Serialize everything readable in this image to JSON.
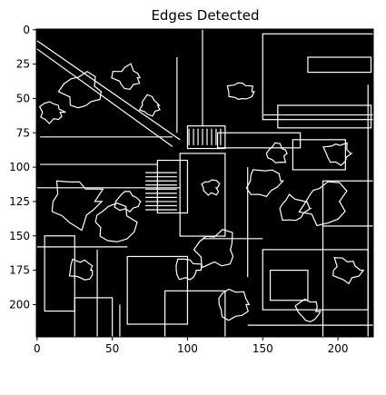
{
  "chart_data": {
    "type": "heatmap",
    "title": "Edges Detected",
    "xlabel": "",
    "ylabel": "",
    "image_size": [
      224,
      224
    ],
    "colormap": "gray",
    "xlim": [
      -0.5,
      223.5
    ],
    "ylim": [
      223.5,
      -0.5
    ],
    "x_ticks": [
      0,
      50,
      100,
      150,
      200
    ],
    "y_ticks": [
      0,
      25,
      50,
      75,
      100,
      125,
      150,
      175,
      200
    ],
    "grid": false,
    "edge_features": {
      "diagonal_lines": [
        [
          [
            0,
            8
          ],
          [
            95,
            80
          ]
        ],
        [
          [
            0,
            14
          ],
          [
            90,
            85
          ]
        ]
      ],
      "rectangles": [
        [
          120,
          75,
          175,
          85
        ],
        [
          100,
          70,
          125,
          85
        ],
        [
          80,
          95,
          100,
          130
        ],
        [
          95,
          90,
          125,
          145
        ],
        [
          150,
          3,
          224,
          60
        ],
        [
          180,
          20,
          222,
          30
        ],
        [
          160,
          55,
          222,
          70
        ],
        [
          170,
          80,
          205,
          100
        ],
        [
          190,
          110,
          224,
          140
        ],
        [
          150,
          160,
          220,
          200
        ],
        [
          155,
          175,
          180,
          195
        ],
        [
          60,
          165,
          100,
          210
        ],
        [
          25,
          195,
          50,
          224
        ],
        [
          85,
          190,
          125,
          224
        ],
        [
          5,
          150,
          25,
          200
        ]
      ],
      "horizontal_lines": [
        [
          2,
          78,
          90
        ],
        [
          2,
          98,
          80
        ],
        [
          0,
          115,
          95
        ],
        [
          150,
          62,
          224
        ],
        [
          110,
          152,
          150
        ],
        [
          0,
          158,
          60
        ],
        [
          140,
          215,
          224
        ]
      ],
      "vertical_lines": [
        [
          93,
          20,
          75
        ],
        [
          110,
          0,
          70
        ],
        [
          140,
          100,
          180
        ],
        [
          190,
          140,
          224
        ],
        [
          220,
          40,
          224
        ],
        [
          40,
          160,
          224
        ],
        [
          55,
          200,
          224
        ]
      ],
      "blobs": [
        [
          30,
          45,
          14
        ],
        [
          60,
          35,
          9
        ],
        [
          25,
          125,
          18
        ],
        [
          150,
          110,
          12
        ],
        [
          170,
          130,
          10
        ],
        [
          50,
          140,
          14
        ],
        [
          120,
          160,
          14
        ],
        [
          190,
          125,
          16
        ],
        [
          200,
          90,
          10
        ],
        [
          10,
          60,
          8
        ],
        [
          100,
          175,
          9
        ],
        [
          130,
          200,
          10
        ],
        [
          160,
          90,
          7
        ],
        [
          205,
          175,
          10
        ],
        [
          75,
          55,
          7
        ],
        [
          30,
          175,
          9
        ],
        [
          115,
          115,
          6
        ],
        [
          135,
          45,
          8
        ],
        [
          60,
          125,
          8
        ],
        [
          180,
          205,
          8
        ]
      ],
      "crosswalk_rows": {
        "x0": 72,
        "x1": 93,
        "y_start": 104,
        "y_end": 133,
        "step": 3
      },
      "crosswalk_cols": {
        "y0": 72,
        "y1": 84,
        "x_start": 101,
        "x_end": 124,
        "step": 3
      }
    }
  }
}
